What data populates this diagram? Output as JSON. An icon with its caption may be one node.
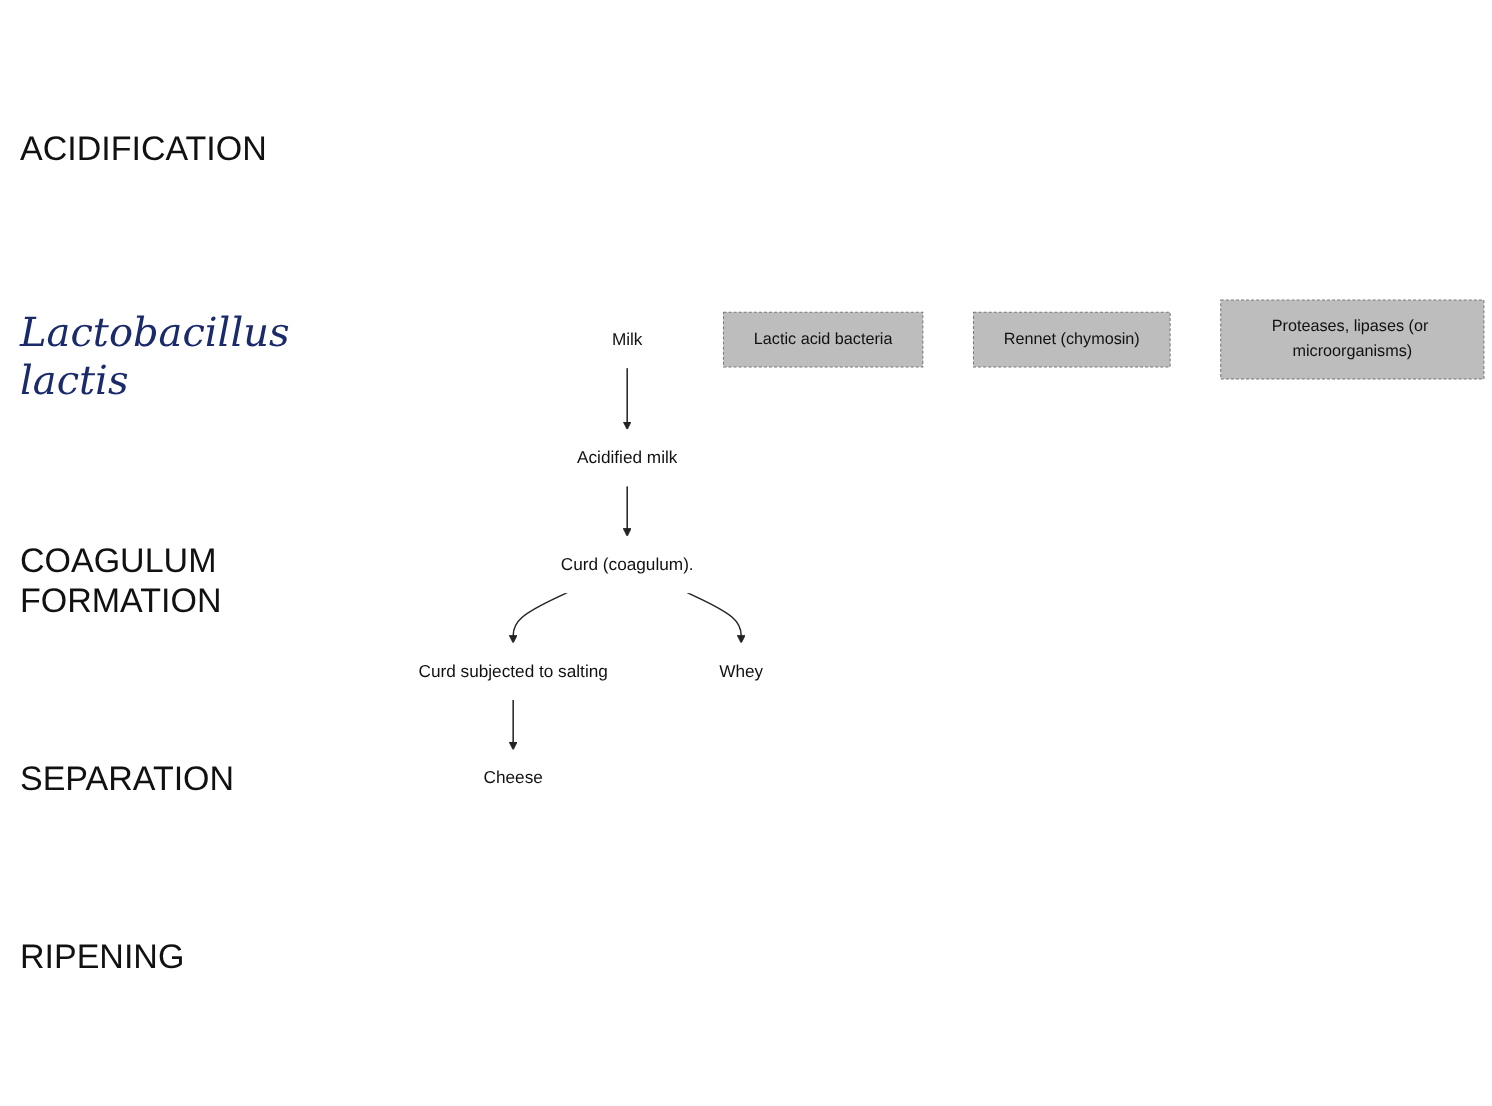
{
  "diagram": {
    "nodes": [
      {
        "text": [
          "Milk"
        ]
      },
      {
        "text": [
          "Acidified milk"
        ]
      },
      {
        "text": [
          "Curd (coagulum)."
        ]
      },
      {
        "text": [
          "Curd subjected to salting"
        ]
      },
      {
        "text": [
          "Cheese"
        ]
      },
      {
        "text": [
          "Whey"
        ]
      },
      {
        "text": [
          "Lactic acid bacteria"
        ]
      },
      {
        "text": [
          "Rennet (chymosin)"
        ]
      },
      {
        "text": [
          "Proteases, lipases (or microorganisms)"
        ]
      }
    ],
    "edges": [
      {
        "from": 0,
        "to": 1,
        "arrow": "to"
      },
      {
        "from": 1,
        "to": 2,
        "arrow": "to"
      },
      {
        "from": 2,
        "to": 3,
        "arrow": "to"
      },
      {
        "from": 2,
        "to": 5,
        "arrow": "to"
      },
      {
        "from": 3,
        "to": 4,
        "arrow": "to"
      }
    ],
    "labels": [
      "ACIDIFICATION",
      "Lactobacillus lactis",
      "COAGULUM FORMATION",
      "SEPARATION",
      "RIPENING"
    ]
  }
}
